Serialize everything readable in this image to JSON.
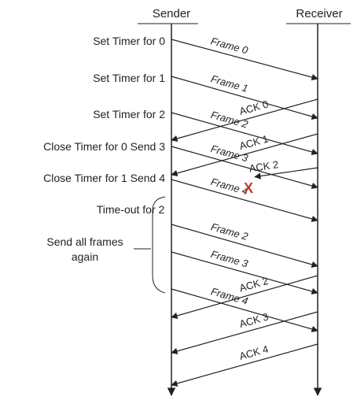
{
  "headers": {
    "sender": "Sender",
    "receiver": "Receiver"
  },
  "sender_labels": [
    "Set Timer for 0",
    "Set Timer for 1",
    "Set Timer for 2",
    "Close Timer for 0 Send 3",
    "Close Timer for 1 Send 4",
    "Time-out for 2"
  ],
  "annotation": {
    "line1": "Send all frames",
    "line2": "again"
  },
  "messages": [
    {
      "label": "Frame 0",
      "kind": "frame"
    },
    {
      "label": "Frame 1",
      "kind": "frame"
    },
    {
      "label": "ACK 0",
      "kind": "ack"
    },
    {
      "label": "Frame 2",
      "kind": "frame"
    },
    {
      "label": "ACK 1",
      "kind": "ack"
    },
    {
      "label": "Frame 3",
      "kind": "frame"
    },
    {
      "label": "ACK 2",
      "kind": "ack",
      "lost": true
    },
    {
      "label": "Frame 4",
      "kind": "frame"
    },
    {
      "label": "Frame 2",
      "kind": "frame"
    },
    {
      "label": "Frame 3",
      "kind": "frame"
    },
    {
      "label": "ACK 2",
      "kind": "ack"
    },
    {
      "label": "Frame 4",
      "kind": "frame"
    },
    {
      "label": "ACK 3",
      "kind": "ack"
    },
    {
      "label": "ACK 4",
      "kind": "ack"
    }
  ],
  "lost_marker": "X",
  "colors": {
    "line": "#222222",
    "text": "#222222",
    "lost": "#c0392b"
  }
}
